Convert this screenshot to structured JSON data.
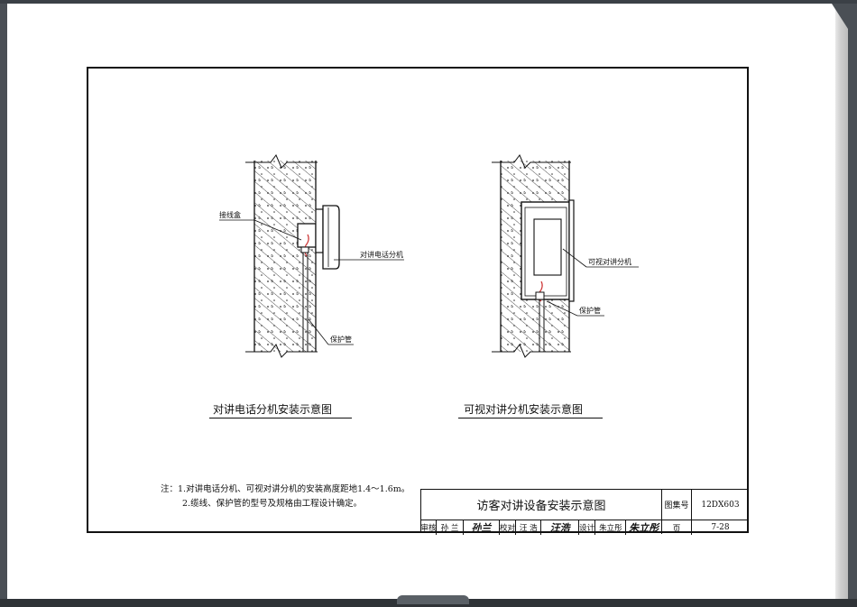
{
  "drawing": {
    "left_labels": {
      "junction_box": "接线盒",
      "unit": "对讲电话分机",
      "conduit": "保护管"
    },
    "right_labels": {
      "unit": "可视对讲分机",
      "conduit": "保护管"
    },
    "caption_left": "对讲电话分机安装示意图",
    "caption_right": "可视对讲分机安装示意图"
  },
  "notes": {
    "line1": "注：1.对讲电话分机、可视对讲分机的安装高度距地1.4～1.6m。",
    "line2": "2.缆线、保护管的型号及规格由工程设计确定。"
  },
  "title_block": {
    "title": "访客对讲设备安装示意图",
    "atlas_label": "图集号",
    "atlas_no": "12DX603",
    "page_label": "页",
    "page_no": "7-28",
    "review_label": "审核",
    "reviewer": "孙 兰",
    "reviewer_sig": "孙兰",
    "check_label": "校对",
    "checker": "汪 浩",
    "checker_sig": "汪浩",
    "design_label": "设计",
    "designer": "朱立彤",
    "designer_sig": "朱立彤"
  }
}
